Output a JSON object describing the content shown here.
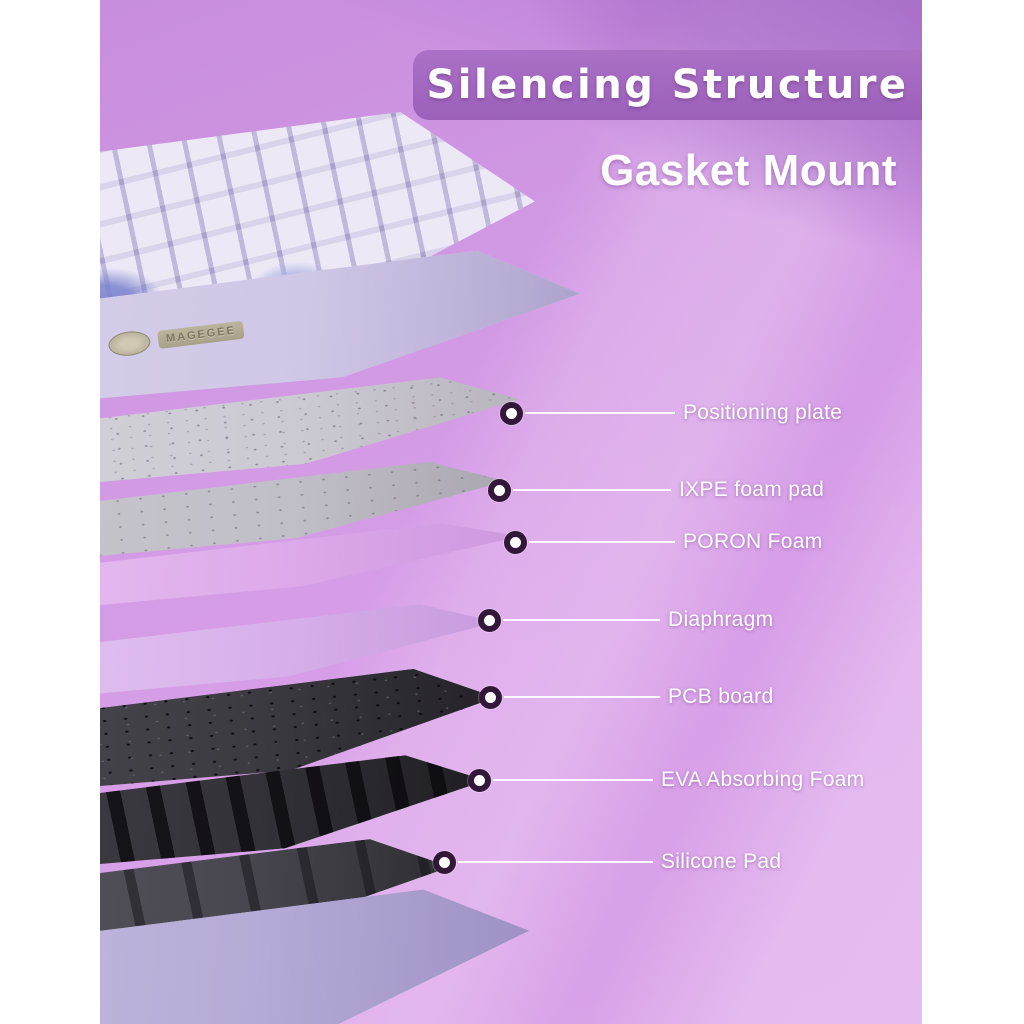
{
  "header": {
    "title": "Silencing Structure",
    "subtitle": "Gasket Mount"
  },
  "brand": {
    "badge_text": "MAGEGEE"
  },
  "diagram": {
    "type": "exploded-view",
    "subject": "mechanical keyboard silencing structure, gasket mount design",
    "callouts": [
      {
        "label": "Positioning plate"
      },
      {
        "label": "IXPE foam pad"
      },
      {
        "label": "PORON Foam"
      },
      {
        "label": "Diaphragm"
      },
      {
        "label": "PCB board"
      },
      {
        "label": "EVA Absorbing Foam"
      },
      {
        "label": "Silicone Pad"
      }
    ],
    "illustration_layers": [
      "keycaps",
      "top-case",
      "switches",
      "positioning-plate",
      "ixpe-foam-pad",
      "poron-foam",
      "diaphragm",
      "pcb-board",
      "eva-absorbing-foam",
      "silicone-pad",
      "bottom-case"
    ]
  },
  "colors": {
    "page_background": "#ffffff",
    "panel_background": "#d49be4",
    "banner": "#a267bf",
    "title_text": "#ffffff",
    "label_text": "#ffffff",
    "marker_ring": "#321739"
  }
}
